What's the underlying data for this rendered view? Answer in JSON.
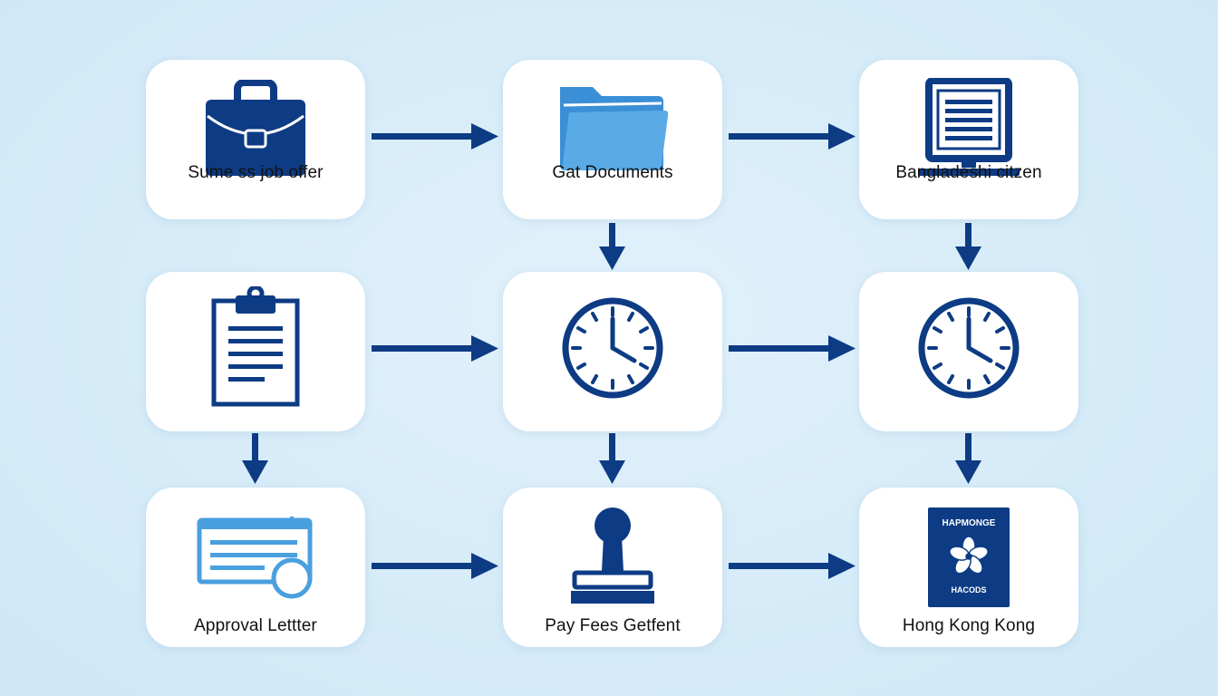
{
  "colors": {
    "background": "#d6ecf9",
    "card": "#ffffff",
    "navy": "#0d3b84",
    "light_blue": "#4a9fdf"
  },
  "nodes": [
    {
      "id": "n1",
      "label": "Sume ss job offer",
      "icon": "briefcase-icon"
    },
    {
      "id": "n2",
      "label": "Gat Documents",
      "icon": "folder-icon"
    },
    {
      "id": "n3",
      "label": "Bangladeshi citzen",
      "icon": "computer-monitor-icon"
    },
    {
      "id": "n4",
      "label": "",
      "icon": "clipboard-icon"
    },
    {
      "id": "n5",
      "label": "",
      "icon": "clock-icon"
    },
    {
      "id": "n6",
      "label": "",
      "icon": "clock-icon"
    },
    {
      "id": "n7",
      "label": "Approval Lettter",
      "icon": "certificate-icon"
    },
    {
      "id": "n8",
      "label": "Pay Fees Getfent",
      "icon": "stamp-icon"
    },
    {
      "id": "n9",
      "label": "Hong Kong Kong",
      "icon": "passport-icon"
    }
  ],
  "passport": {
    "top_text": "HAPMONGE",
    "bottom_text": "HACODS"
  },
  "edges": [
    {
      "from": "n1",
      "to": "n2"
    },
    {
      "from": "n2",
      "to": "n3"
    },
    {
      "from": "n2",
      "to": "n5"
    },
    {
      "from": "n3",
      "to": "n6"
    },
    {
      "from": "n4",
      "to": "n5"
    },
    {
      "from": "n5",
      "to": "n6"
    },
    {
      "from": "n4",
      "to": "n7"
    },
    {
      "from": "n5",
      "to": "n8"
    },
    {
      "from": "n6",
      "to": "n9"
    },
    {
      "from": "n7",
      "to": "n8"
    },
    {
      "from": "n8",
      "to": "n9"
    }
  ]
}
